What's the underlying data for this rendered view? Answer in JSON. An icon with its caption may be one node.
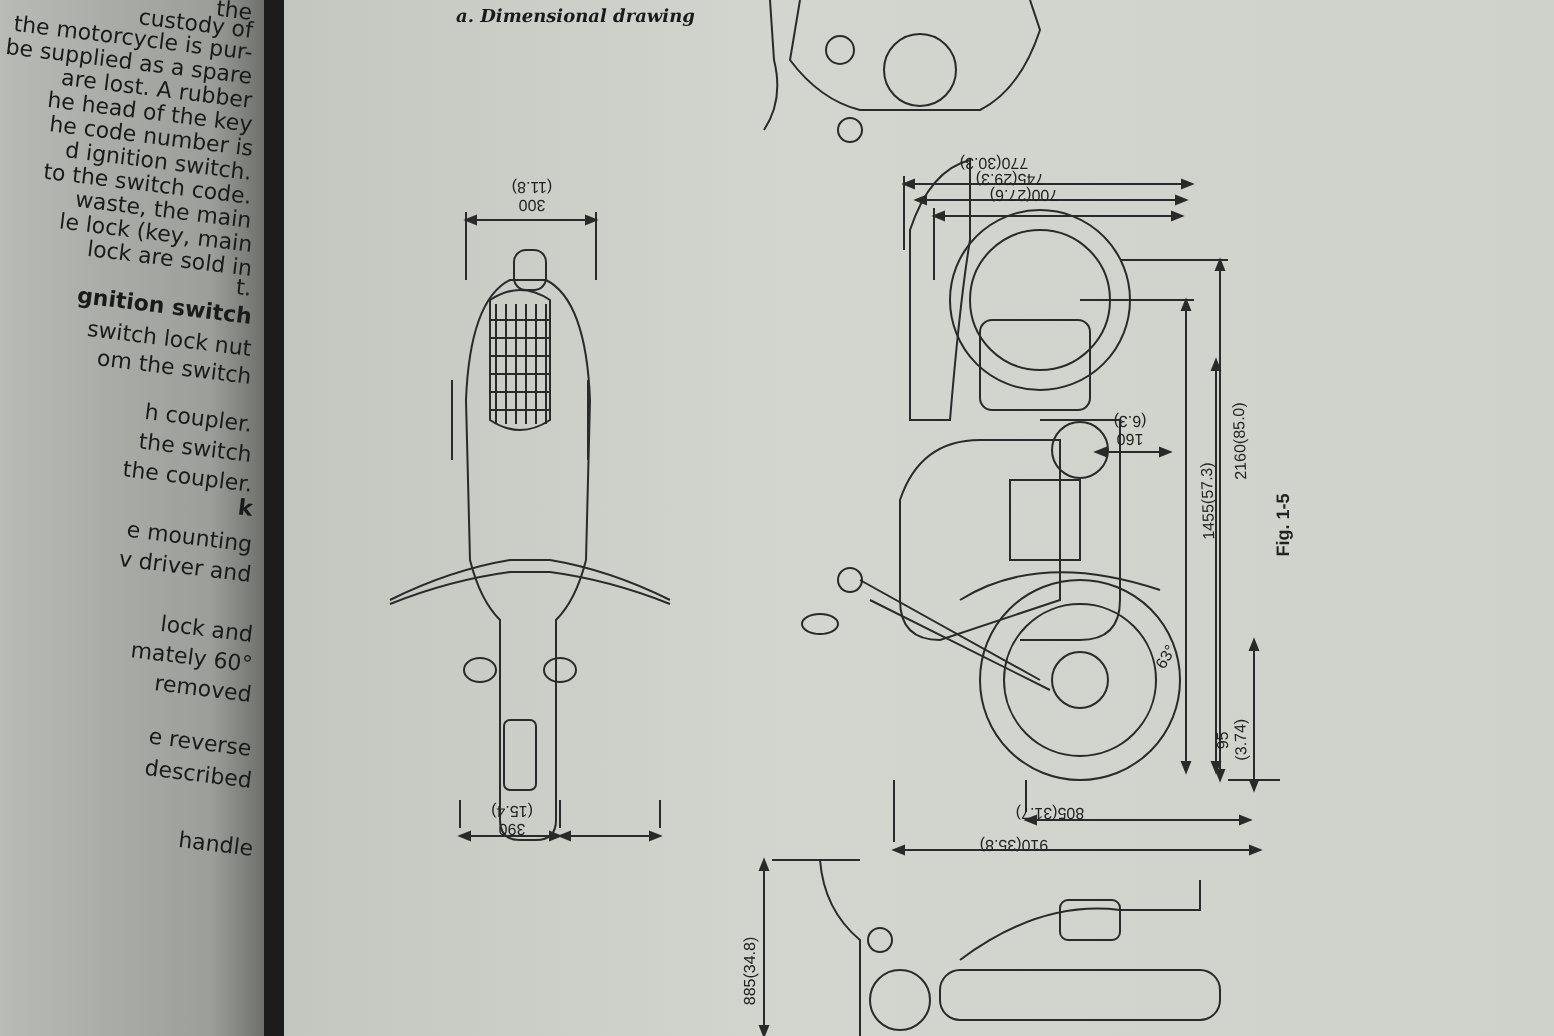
{
  "diagram": {
    "title": "a. Dimensional drawing",
    "caption": "Fig. 1-5",
    "labels": [
      "the",
      "custody of",
      "the motorcycle is pur-",
      "be supplied as a spare",
      "are lost.  A rubber",
      "he head of the key",
      "he code number is",
      "d ignition switch.",
      "to the switch code.",
      "waste, the main",
      "le lock (key, main",
      "lock are sold in",
      "t.",
      "gnition switch",
      "switch lock nut",
      "om the switch",
      "h coupler.",
      "the switch",
      "the coupler.",
      "k",
      "e mounting",
      "v driver and",
      "lock and",
      "mately 60°",
      "removed",
      "e reverse",
      "described",
      "handle",
      "300 (11.8)",
      "770(30.3)",
      "745(29.3)",
      "700(27.6)",
      "160 (6.3)",
      "1455(57.3)",
      "2160(85.0)",
      "63°",
      "95 (3.74)",
      "390 (15.4)",
      "805(31.7)",
      "910(35.8)",
      "885(34.8)"
    ]
  }
}
